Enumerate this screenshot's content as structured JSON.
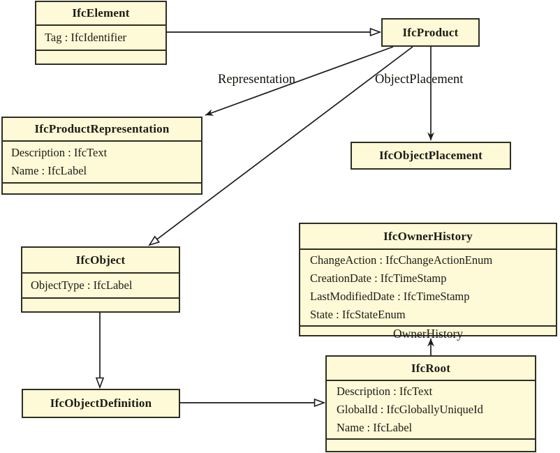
{
  "classes": {
    "ifcElement": {
      "title": "IfcElement",
      "attributes": [
        "Tag : IfcIdentifier"
      ]
    },
    "ifcProduct": {
      "title": "IfcProduct"
    },
    "ifcProductRepresentation": {
      "title": "IfcProductRepresentation",
      "attributes": [
        "Description : IfcText",
        "Name : IfcLabel"
      ]
    },
    "ifcObjectPlacement": {
      "title": "IfcObjectPlacement"
    },
    "ifcObject": {
      "title": "IfcObject",
      "attributes": [
        "ObjectType : IfcLabel"
      ]
    },
    "ifcOwnerHistory": {
      "title": "IfcOwnerHistory",
      "attributes": [
        "ChangeAction : IfcChangeActionEnum",
        "CreationDate : IfcTimeStamp",
        "LastModifiedDate : IfcTimeStamp",
        "State : IfcStateEnum"
      ],
      "footer": "OwnerHistory"
    },
    "ifcRoot": {
      "title": "IfcRoot",
      "attributes": [
        "Description : IfcText",
        "GlobalId : IfcGloballyUniqueId",
        "Name : IfcLabel"
      ]
    },
    "ifcObjectDefinition": {
      "title": "IfcObjectDefinition"
    }
  },
  "edge_labels": {
    "representation": "Representation",
    "object_placement": "ObjectPlacement"
  },
  "relationships": [
    {
      "from": "IfcElement",
      "to": "IfcProduct",
      "type": "generalization"
    },
    {
      "from": "IfcProduct",
      "to": "IfcProductRepresentation",
      "type": "association",
      "label": "Representation"
    },
    {
      "from": "IfcProduct",
      "to": "IfcObjectPlacement",
      "type": "association",
      "label": "ObjectPlacement"
    },
    {
      "from": "IfcProduct",
      "to": "IfcObject",
      "type": "generalization"
    },
    {
      "from": "IfcObject",
      "to": "IfcObjectDefinition",
      "type": "generalization"
    },
    {
      "from": "IfcObjectDefinition",
      "to": "IfcRoot",
      "type": "generalization"
    },
    {
      "from": "IfcRoot",
      "to": "IfcOwnerHistory",
      "type": "association",
      "label": "OwnerHistory"
    }
  ],
  "colors": {
    "class_fill": "#FEF9D7",
    "class_border": "#2E2E23",
    "line": "#1A1A1A",
    "background": "#FFFFFF"
  }
}
